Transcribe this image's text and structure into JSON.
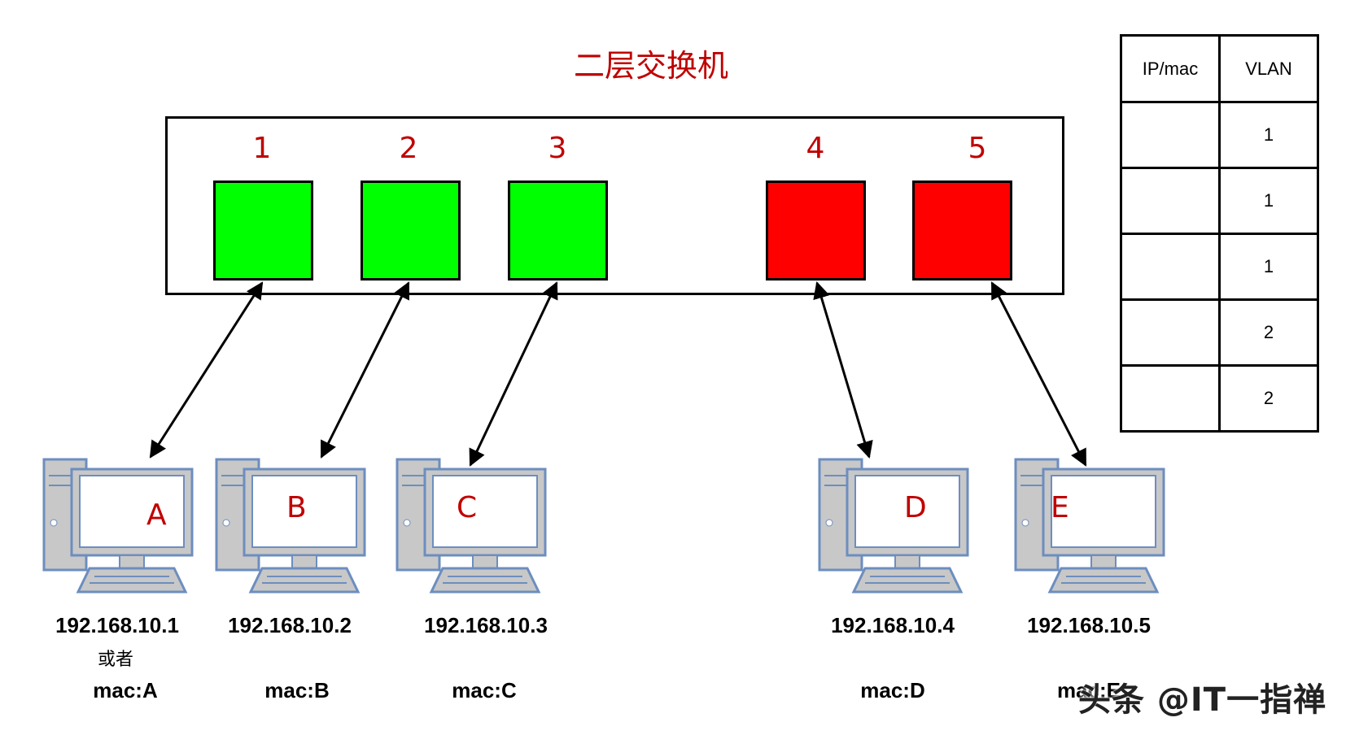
{
  "title": "二层交换机",
  "ports": [
    {
      "label": "1",
      "vlan_color": "#00ff00"
    },
    {
      "label": "2",
      "vlan_color": "#00ff00"
    },
    {
      "label": "3",
      "vlan_color": "#00ff00"
    },
    {
      "label": "4",
      "vlan_color": "#ff0000"
    },
    {
      "label": "5",
      "vlan_color": "#ff0000"
    }
  ],
  "computers": [
    {
      "letter": "A",
      "ip": "192.168.10.1",
      "mac": "mac:A"
    },
    {
      "letter": "B",
      "ip": "192.168.10.2",
      "mac": "mac:B"
    },
    {
      "letter": "C",
      "ip": "192.168.10.3",
      "mac": "mac:C"
    },
    {
      "letter": "D",
      "ip": "192.168.10.4",
      "mac": "mac:D"
    },
    {
      "letter": "E",
      "ip": "192.168.10.5",
      "mac": "mac:E"
    }
  ],
  "or_text": "或者",
  "table": {
    "headers": [
      "IP/mac",
      "VLAN"
    ],
    "rows": [
      {
        "ip_mac": "",
        "vlan": "1"
      },
      {
        "ip_mac": "",
        "vlan": "1"
      },
      {
        "ip_mac": "",
        "vlan": "1"
      },
      {
        "ip_mac": "",
        "vlan": "2"
      },
      {
        "ip_mac": "",
        "vlan": "2"
      }
    ]
  },
  "watermark": "头条 @IT一指禅",
  "colors": {
    "label_red": "#c00000",
    "vlan1": "#00ff00",
    "vlan2": "#ff0000",
    "pc_frame": "#6c8ebf",
    "pc_gray": "#c8c8c8"
  }
}
